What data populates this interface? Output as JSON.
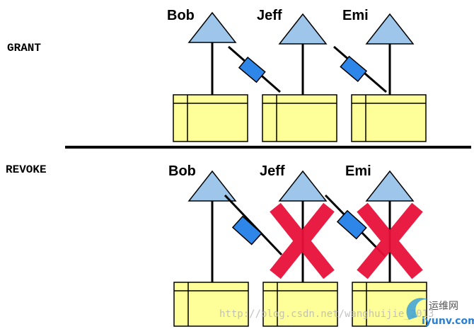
{
  "sections": {
    "grant_label": "GRANT",
    "revoke_label": "REVOKE"
  },
  "users": {
    "grant": [
      "Bob",
      "Jeff",
      "Emi"
    ],
    "revoke": [
      "Bob",
      "Jeff",
      "Emi"
    ]
  },
  "watermark": {
    "url": "http://blog.csdn.net/wanghuijie_2013",
    "brand_cn": "运维网",
    "brand_en": "iyunv.com"
  },
  "colors": {
    "user_fill": "#9ec6ea",
    "table_fill": "#ffff99",
    "key_fill": "#2e86e8",
    "x_color": "#e8113a",
    "line": "#000000"
  }
}
